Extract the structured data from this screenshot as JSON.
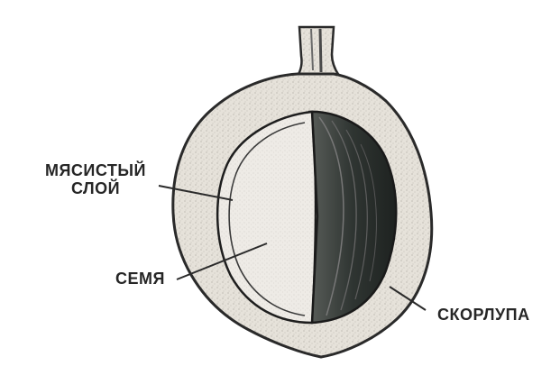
{
  "diagram": {
    "labels": {
      "fleshy_layer": "МЯСИСТЫЙ\nСЛОЙ",
      "fleshy_layer_line1": "МЯСИСТЫЙ",
      "fleshy_layer_line2": "СЛОЙ",
      "seed": "СЕМЯ",
      "shell": "СКОРЛУПА"
    },
    "colors": {
      "outer_flesh": "#e3dfd6",
      "ink": "#262626",
      "seed_light": "#ece9e3",
      "seed_dark": "#3a3f3c"
    }
  }
}
